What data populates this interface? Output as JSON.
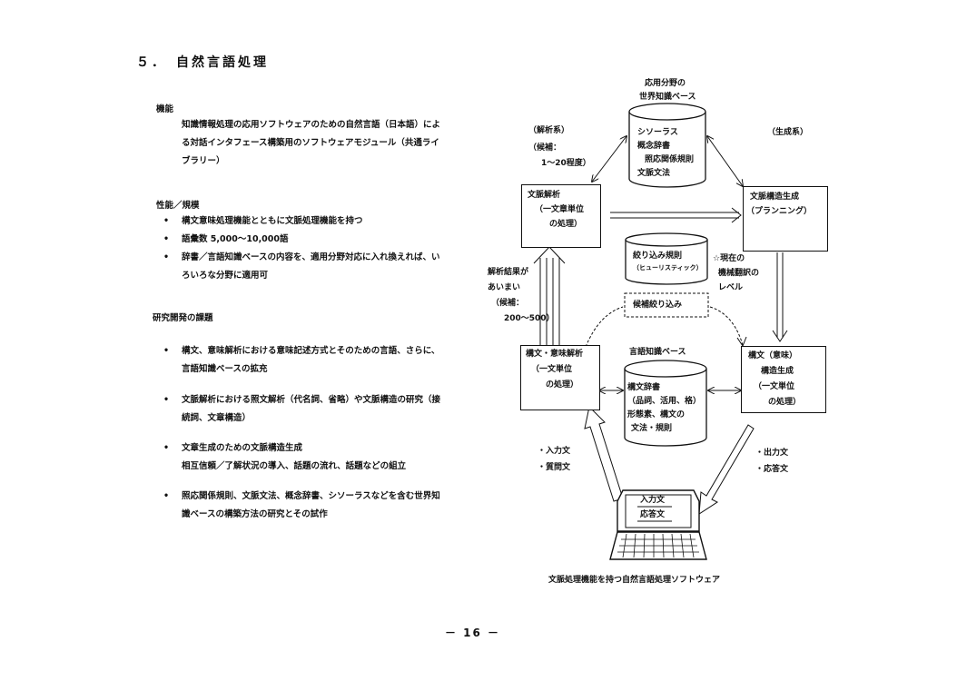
{
  "page": {
    "section_title": "５．　自然言語処理",
    "page_number": "－ 16 －"
  },
  "function_section": {
    "heading": "機能",
    "lines": [
      "知識情報処理の応用ソフトウェアのための自然言語（日本語）によ",
      "る対話インタフェース構築用のソフトウェアモジュール（共通ライ",
      "ブラリー）"
    ]
  },
  "performance_section": {
    "heading": "性能／規模",
    "bullets": [
      "構文意味処理機能とともに文脈処理機能を持つ",
      "語彙数 5,000〜10,000語",
      "辞書／言語知識ベースの内容を、適用分野対応に入れ換えれば、い",
      "ろいろな分野に適用可"
    ]
  },
  "research_section": {
    "heading": "研究開発の課題",
    "items": [
      {
        "lines": [
          "構文、意味解析における意味記述方式とそのための言語、さらに、",
          "言語知識ベースの拡充"
        ]
      },
      {
        "lines": [
          "文脈解析における照文解析（代名詞、省略）や文脈構造の研究（接",
          "続詞、文章構造）"
        ]
      },
      {
        "lines": [
          "文章生成のための文脈構造生成",
          "相互信頼／了解状況の導入、話題の流れ、話題などの組立"
        ]
      },
      {
        "lines": [
          "照応関係規則、文脈文法、概念辞書、シソーラスなどを含む世界知",
          "識ベースの構築方法の研究とその試作"
        ]
      }
    ]
  },
  "diagram": {
    "caption": "文脈処理機能を持つ自然言語処理ソフトウェア",
    "world_kb_label": [
      "応用分野の",
      "世界知識ベース"
    ],
    "world_kb_items": [
      "シソーラス",
      "概念辞書",
      "照応関係規則",
      "文脈文法"
    ],
    "analysis_label": "（解析系）",
    "candidates_label": [
      "（候補：",
      "1〜20程度）"
    ],
    "generation_label": "（生成系）",
    "context_analysis_box": [
      "文脈解析",
      "（一文章単位",
      "の処理）"
    ],
    "structure_generation_box": [
      "文脈構造生成",
      "（プランニング）"
    ],
    "narrowing_rules": [
      "絞り込み規則",
      "（ヒューリスティック）"
    ],
    "current_mt_label": [
      "☆現在の",
      "機械翻訳の",
      "レベル"
    ],
    "candidate_narrowing": "候補絞り込み",
    "ambiguous_label": [
      "解析結果が",
      "あいまい",
      "（候補：",
      "200〜500）"
    ],
    "syntax_analysis_box": [
      "構文・意味解析",
      "（一文単位",
      "の処理）"
    ],
    "language_kb_label": "言語知識ベース",
    "language_kb_items": [
      "構文辞書",
      "（品詞、活用、格）",
      "形態素、構文の",
      "文法・規則"
    ],
    "syntax_generation_box": [
      "構文（意味）",
      "構造生成",
      "（一文単位",
      "の処理）"
    ],
    "input_labels": [
      "・入力文",
      "・質問文"
    ],
    "output_labels": [
      "・出力文",
      "・応答文"
    ],
    "terminal_input": "入力文",
    "terminal_response": "応答文"
  }
}
